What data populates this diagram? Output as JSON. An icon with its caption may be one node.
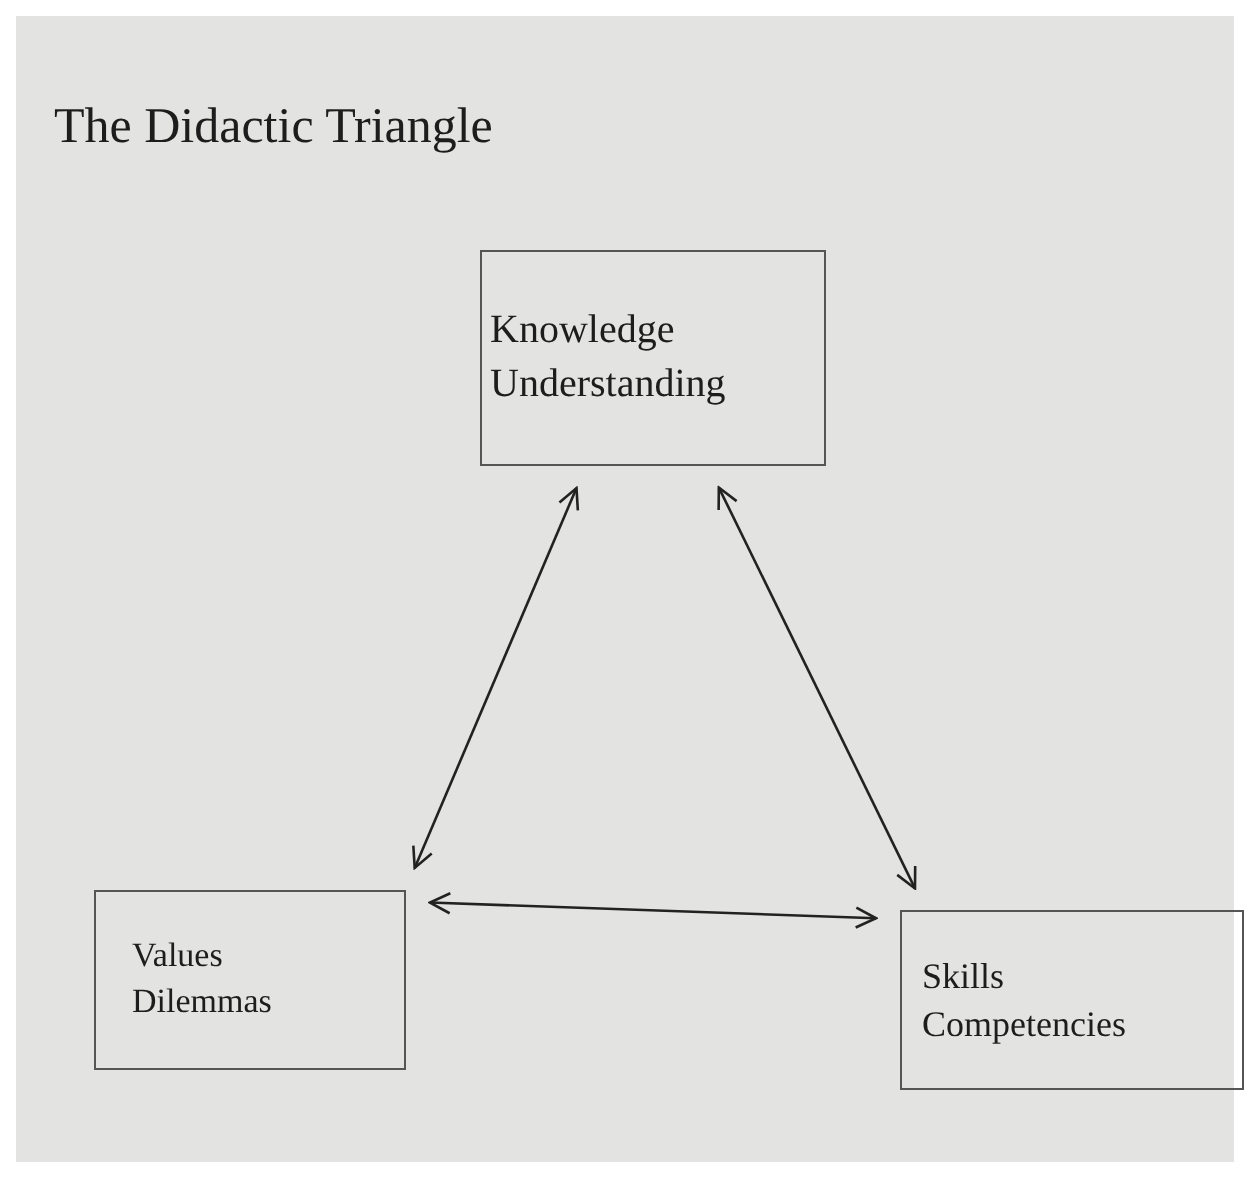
{
  "diagram": {
    "title": "The Didactic Triangle",
    "nodes": [
      {
        "text": [
          "Knowledge",
          "Understanding"
        ]
      },
      {
        "text": [
          "Values",
          "Dilemmas"
        ]
      },
      {
        "text": [
          "Skills",
          "Competencies"
        ]
      }
    ],
    "edges": [
      {
        "from": 0,
        "to": 1,
        "arrow": "both"
      },
      {
        "from": 0,
        "to": 2,
        "arrow": "both"
      },
      {
        "from": 1,
        "to": 2,
        "arrow": "both"
      }
    ]
  }
}
